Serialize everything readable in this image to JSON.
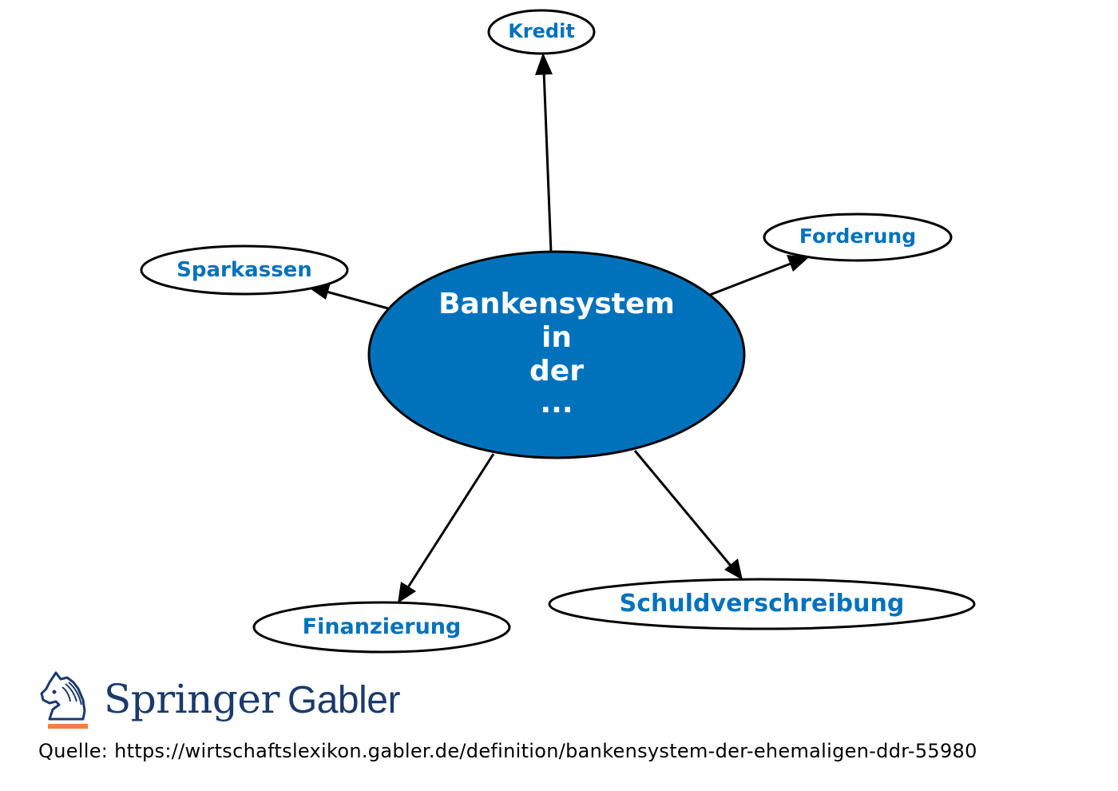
{
  "diagram": {
    "center": {
      "lines": [
        "Bankensystem",
        "in",
        "der",
        "..."
      ],
      "fill_color": "#0072bc"
    },
    "nodes": {
      "kredit": "Kredit",
      "forderung": "Forderung",
      "sparkassen": "Sparkassen",
      "finanzierung": "Finanzierung",
      "schuldverschreibung": "Schuldverschreibung"
    },
    "label_color": "#0072bc",
    "edge_color": "#000000"
  },
  "branding": {
    "publisher": "Springer",
    "imprint": "Gabler",
    "logo_icon": "chess-knight-icon",
    "logo_color": "#1a3a6b",
    "accent_color": "#f47c48"
  },
  "source": {
    "text": "Quelle: https://wirtschaftslexikon.gabler.de/definition/bankensystem-der-ehemaligen-ddr-55980"
  }
}
